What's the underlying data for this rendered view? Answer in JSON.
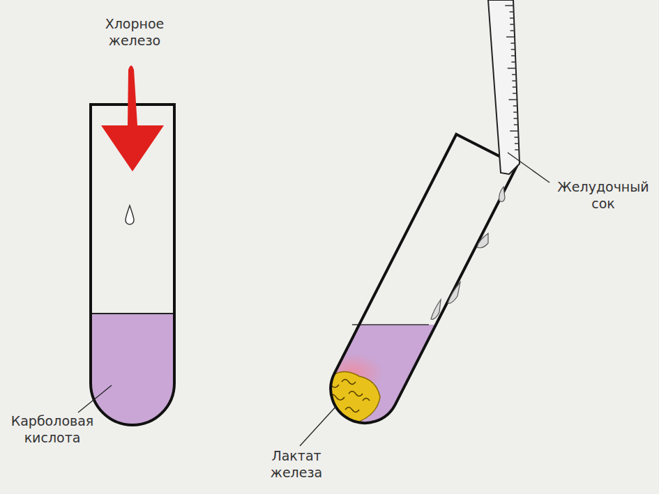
{
  "diagram": {
    "labels": [
      "Хлорное железо",
      "Карболовая кислота",
      "Желудочный сок",
      "Лактат железа"
    ]
  }
}
